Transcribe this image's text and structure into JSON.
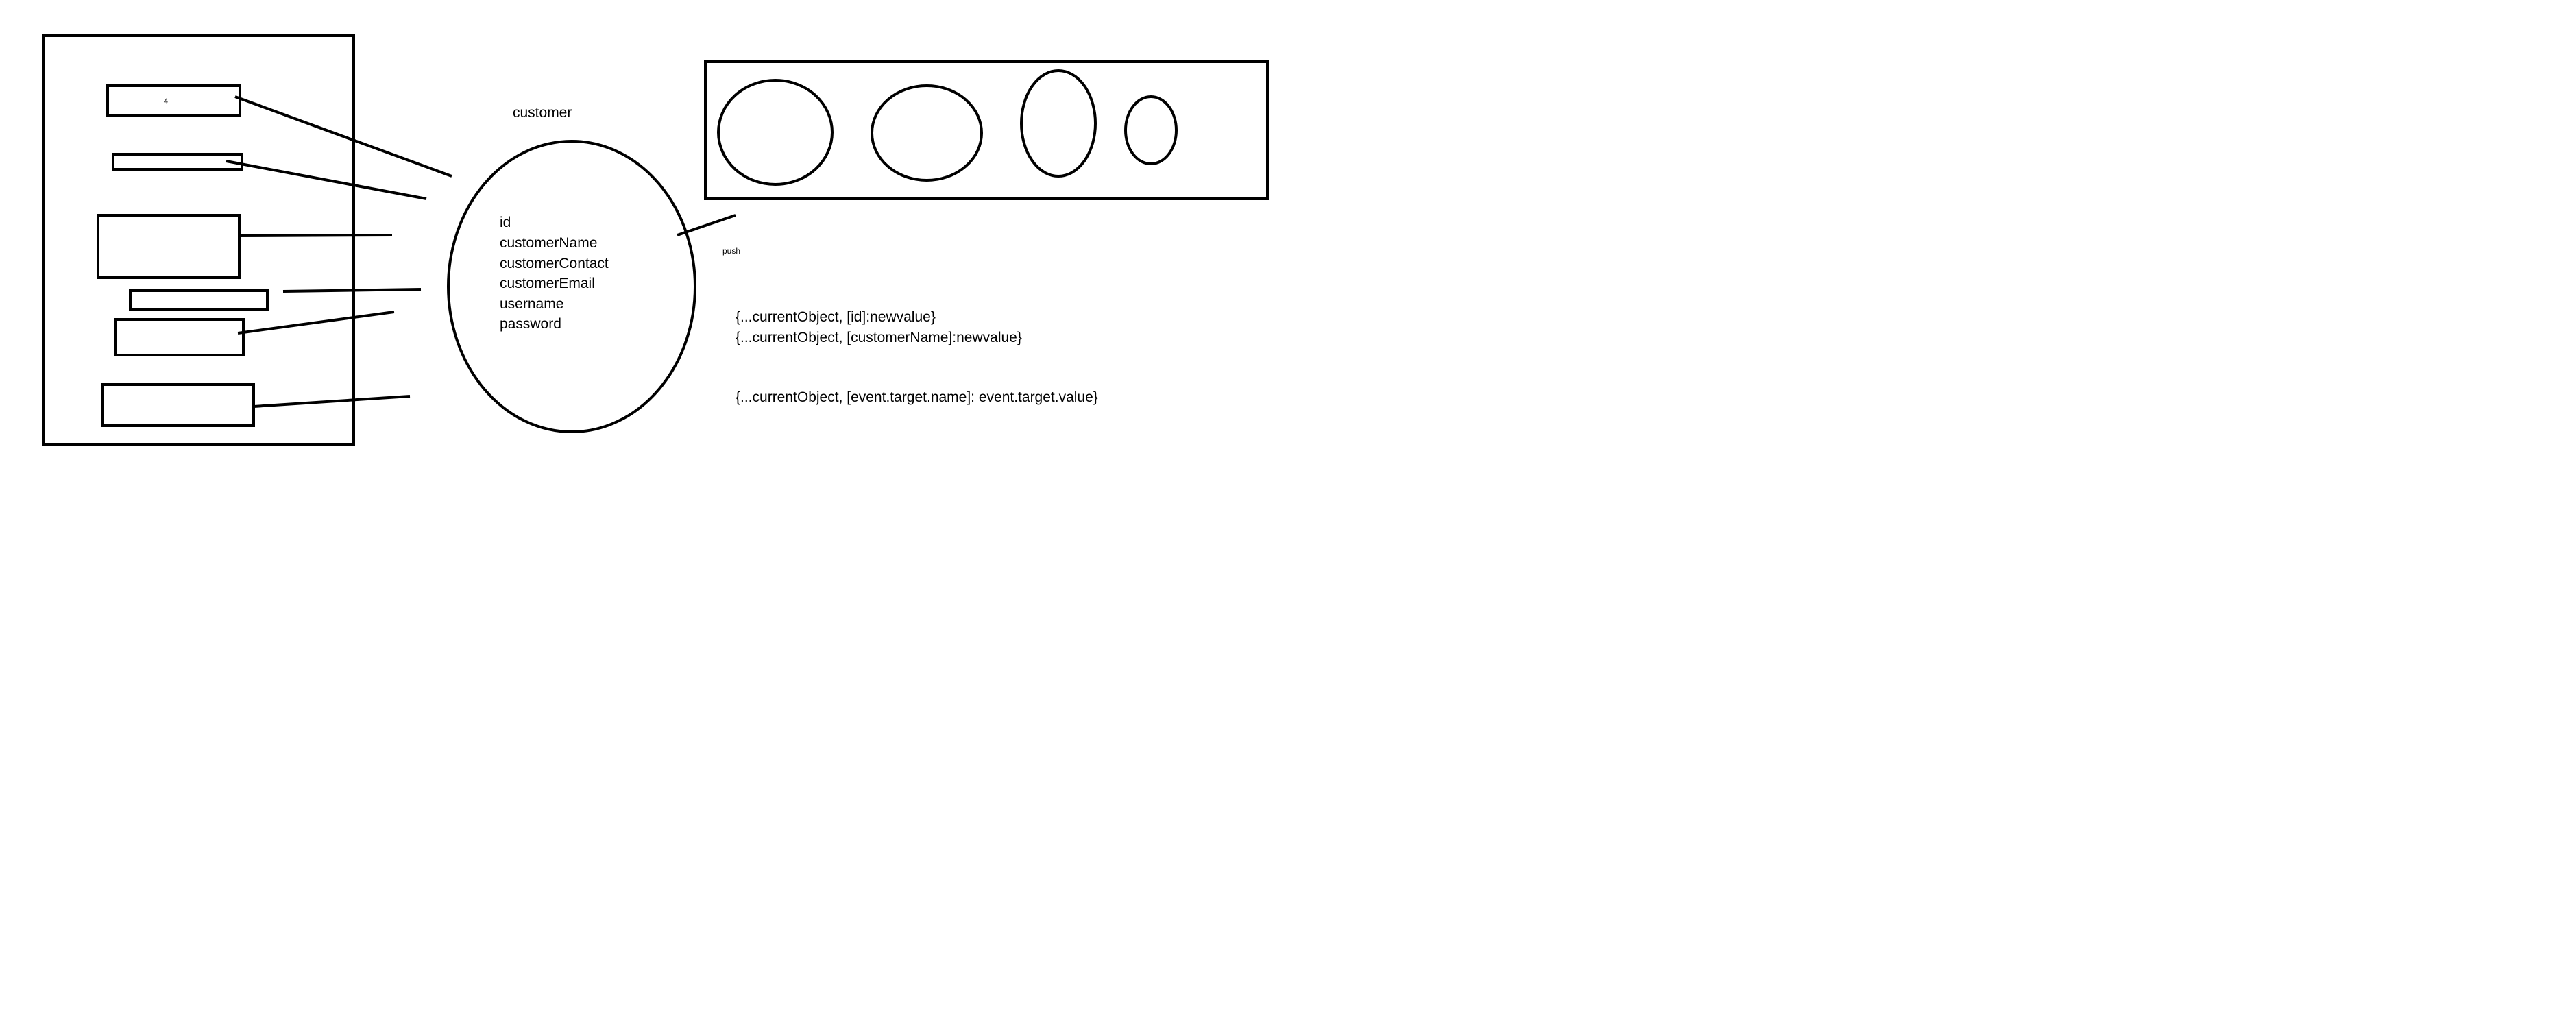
{
  "diagram": {
    "form": {
      "first_field_value": "4"
    },
    "object": {
      "title": "customer",
      "fields": [
        "id",
        "customerName",
        "customerContact",
        "customerEmail",
        "username",
        "password"
      ]
    },
    "array": {
      "push_label": "push"
    },
    "code": {
      "line1": "{...currentObject, [id]:newvalue}",
      "line2": "{...currentObject, [customerName]:newvalue}",
      "line3": "{...currentObject, [event.target.name]: event.target.value}"
    }
  }
}
